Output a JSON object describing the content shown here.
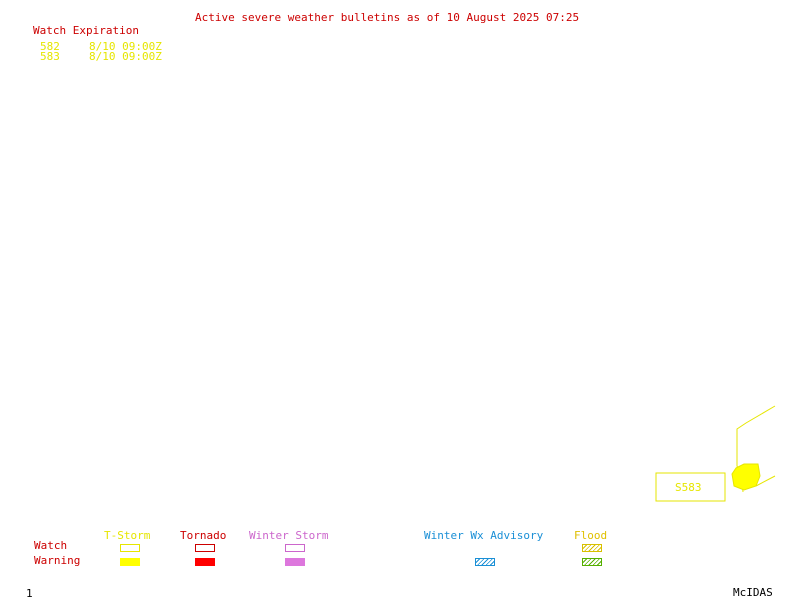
{
  "header": {
    "title": "Active severe weather bulletins as of 10 August 2025 07:25"
  },
  "watch_expiration": {
    "heading": "Watch Expiration",
    "rows": [
      {
        "id": "582",
        "time": "8/10 09:00Z"
      },
      {
        "id": "583",
        "time": "8/10 09:00Z"
      }
    ]
  },
  "map": {
    "watch_label": "S583"
  },
  "legend": {
    "row_labels": {
      "watch": "Watch",
      "warning": "Warning"
    },
    "categories": [
      {
        "key": "tstorm",
        "label": "T-Storm",
        "color": "#e6e600"
      },
      {
        "key": "tornado",
        "label": "Tornado",
        "color": "#ff0000"
      },
      {
        "key": "winter_storm",
        "label": "Winter Storm",
        "color": "#cc66cc"
      },
      {
        "key": "winter_wx_advisory",
        "label": "Winter Wx Advisory",
        "color": "#1a8fd6"
      },
      {
        "key": "flood",
        "label": "Flood",
        "color": "#d8c000"
      }
    ]
  },
  "footer": {
    "frame_number": "1",
    "brand": "McIDAS"
  },
  "colors": {
    "title_red": "#cc0000",
    "watch_yellow": "#e6e600",
    "warning_fill_yellow": "#ffff00"
  }
}
